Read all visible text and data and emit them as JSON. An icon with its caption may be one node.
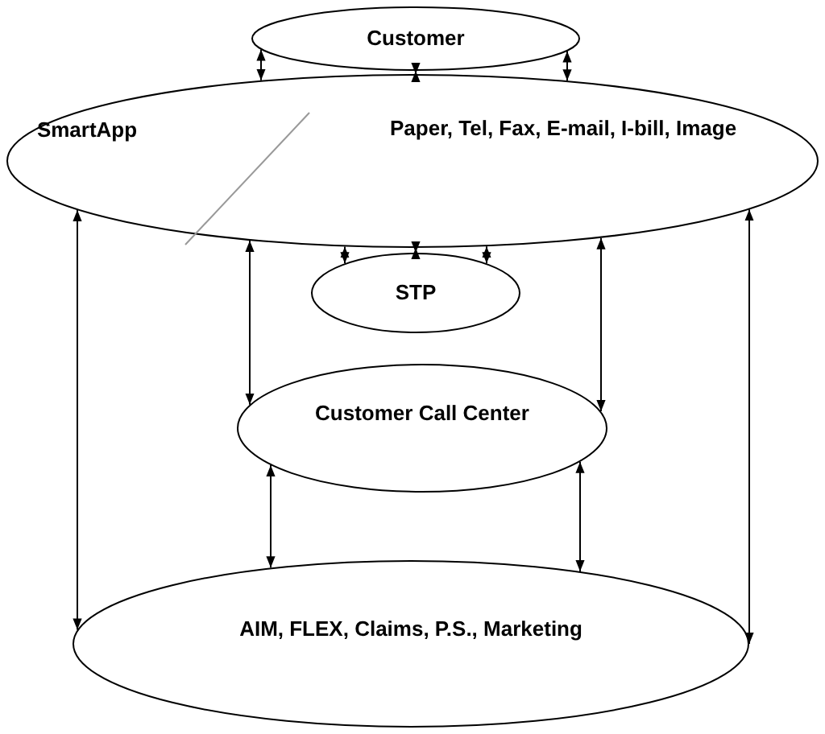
{
  "diagram": {
    "nodes": [
      {
        "text": [
          "Customer"
        ]
      },
      {
        "text": [
          "SmartApp",
          "Paper, Tel, Fax, E-mail, I-bill, Image"
        ]
      },
      {
        "text": [
          "STP"
        ]
      },
      {
        "text": [
          "Customer Call Center"
        ]
      },
      {
        "text": [
          "AIM, FLEX, Claims, P.S., Marketing"
        ]
      }
    ],
    "edges": [
      {
        "from": 0,
        "to": 1,
        "arrow": "both"
      },
      {
        "from": 0,
        "to": 1,
        "arrow": "both"
      },
      {
        "from": 0,
        "to": 1,
        "arrow": "both"
      },
      {
        "from": 1,
        "to": 2,
        "arrow": "both"
      },
      {
        "from": 1,
        "to": 2,
        "arrow": "both"
      },
      {
        "from": 1,
        "to": 2,
        "arrow": "both"
      },
      {
        "from": 1,
        "to": 4,
        "arrow": "both"
      },
      {
        "from": 1,
        "to": 3,
        "arrow": "both"
      },
      {
        "from": 1,
        "to": 3,
        "arrow": "both"
      },
      {
        "from": 1,
        "to": 4,
        "arrow": "both"
      },
      {
        "from": 3,
        "to": 4,
        "arrow": "both"
      },
      {
        "from": 3,
        "to": 4,
        "arrow": "both"
      }
    ]
  }
}
